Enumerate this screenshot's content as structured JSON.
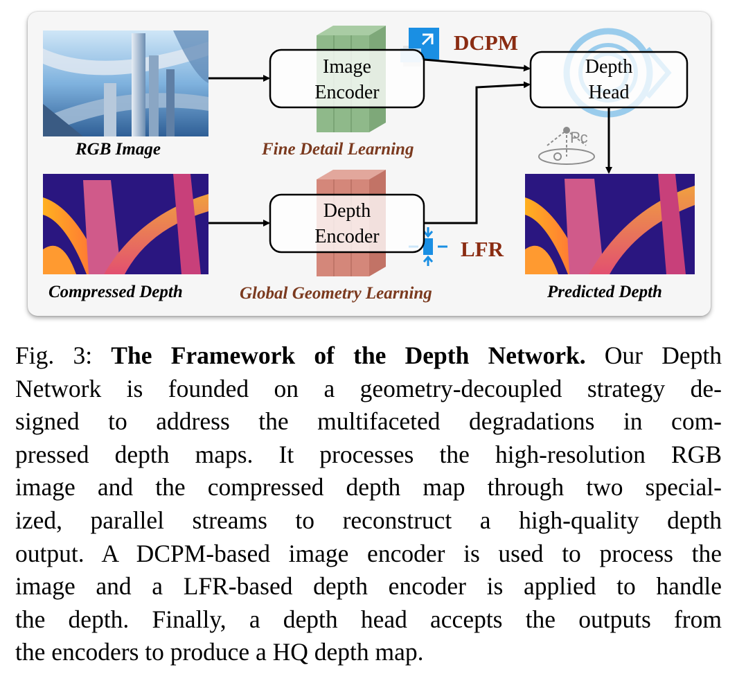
{
  "figure": {
    "inputs": {
      "rgb_image_label": "RGB Image",
      "compressed_depth_label": "Compressed Depth"
    },
    "image_encoder": {
      "line1": "Image",
      "line2": "Encoder"
    },
    "depth_encoder": {
      "line1": "Depth",
      "line2": "Encoder"
    },
    "depth_head": {
      "line1": "Depth",
      "line2": "Head"
    },
    "fine_detail_label": "Fine Detail Learning",
    "global_geometry_label": "Global Geometry Learning",
    "dcpm_tag": "DCPM",
    "lfr_tag": "LFR",
    "pc_glyph": "Pc",
    "output_label": "Predicted Depth",
    "colors": {
      "encoder_green": "#8fb98a",
      "encoder_red": "#d4877a",
      "tag_brown": "#8a2c12",
      "label_brown": "#7b3a1f",
      "icon_blue": "#1a8fe3"
    }
  },
  "caption": {
    "lines": [
      {
        "prefix": "Fig. 3: ",
        "bold": "The Framework of the Depth Network.",
        "rest": " Our Depth"
      },
      {
        "text": "Network is founded on a geometry-decoupled strategy de-"
      },
      {
        "text": "signed to address the multifaceted degradations in com-"
      },
      {
        "text": "pressed depth maps. It processes the high-resolution RGB"
      },
      {
        "text": "image and the compressed depth map through two special-"
      },
      {
        "text": "ized, parallel streams to reconstruct a high-quality depth"
      },
      {
        "text": "output. A DCPM-based image encoder is used to process the"
      },
      {
        "text": "image and a LFR-based depth encoder is applied to handle"
      },
      {
        "text": "the depth. Finally, a depth head accepts the outputs from"
      },
      {
        "text": "the encoders to produce a HQ depth map."
      }
    ]
  }
}
